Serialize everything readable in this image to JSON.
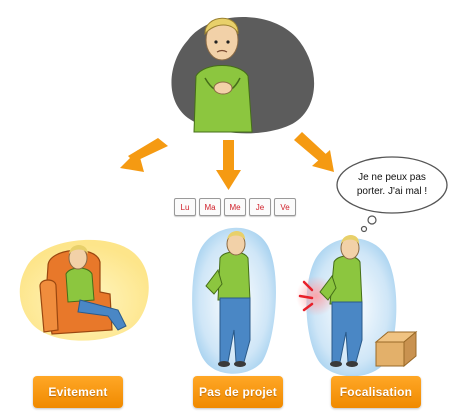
{
  "days": [
    "Lu",
    "Ma",
    "Me",
    "Je",
    "Ve"
  ],
  "speech_bubble": {
    "line1": "Je ne peux pas",
    "line2": "porter. J'ai mal !"
  },
  "labels": {
    "left": "Evitement",
    "center": "Pas de projet",
    "right": "Focalisation"
  },
  "colors": {
    "arrow": "#f59a12",
    "label_bg": "#f7921e",
    "shirt": "#8cc63f",
    "jeans": "#4a87c5",
    "pain": "#e8202a",
    "armchair": "#e8782a",
    "box": "#e3b06a"
  }
}
